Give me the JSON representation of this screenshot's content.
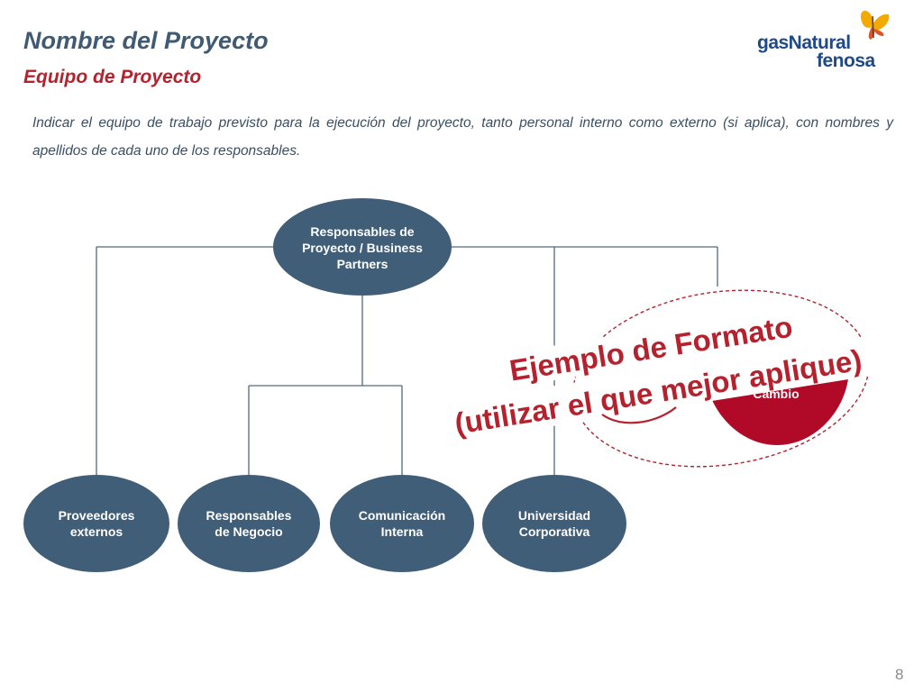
{
  "header": {
    "title": "Nombre del Proyecto",
    "subtitle": "Equipo de Proyecto",
    "description": "Indicar el equipo de trabajo previsto para la ejecución del proyecto, tanto personal interno como externo (si aplica), con nombres y apellidos de cada uno de los responsables."
  },
  "logo": {
    "line1": "gasNatural",
    "line2": "fenosa"
  },
  "diagram": {
    "root": {
      "lines": [
        "Responsables de",
        "Proyecto / Business",
        "Partners"
      ]
    },
    "children": [
      {
        "lines": [
          "Proveedores",
          "externos"
        ]
      },
      {
        "lines": [
          "Responsables",
          "de Negocio"
        ]
      },
      {
        "lines": [
          "Comunicación",
          "Interna"
        ]
      },
      {
        "lines": [
          "Universidad",
          "Corporativa"
        ]
      }
    ],
    "partial_node": {
      "lines": [
        "Cambio"
      ]
    }
  },
  "overlay": {
    "line1": "Ejemplo de Formato",
    "line2": "(utilizar el que mejor aplique)"
  },
  "footer": {
    "page_number": "8"
  },
  "colors": {
    "node_fill": "#405e78",
    "accent_red": "#b5222d",
    "connector": "#4f6a82",
    "title": "#3f5a72"
  }
}
